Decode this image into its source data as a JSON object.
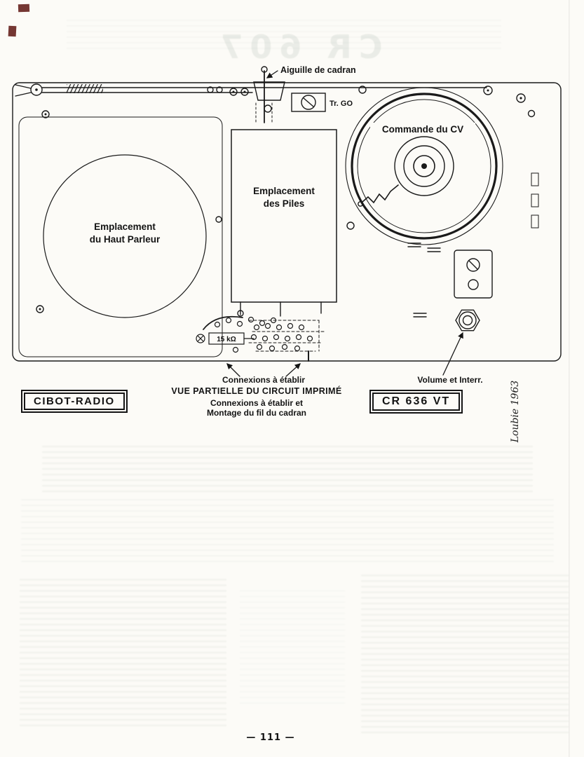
{
  "page": {
    "number": "— 111 —"
  },
  "diagram": {
    "needle_label": "Aiguille de cadran",
    "tr_label": "Tr. GO",
    "cv_label": "Commande du CV",
    "speaker_label_1": "Emplacement",
    "speaker_label_2": "du Haut Parleur",
    "battery_label_1": "Emplacement",
    "battery_label_2": "des Piles",
    "resistor_label": "15 kΩ",
    "connections_label": "Connexions à établir",
    "volume_label": "Volume et Interr."
  },
  "caption": {
    "brand": "CIBOT-RADIO",
    "title": "VUE PARTIELLE DU CIRCUIT IMPRIMÉ",
    "subtitle_1": "Connexions à établir et",
    "subtitle_2": "Montage du fil du cadran",
    "model": "CR 636 VT",
    "signature": "Loubie 1963"
  },
  "bleedthrough": {
    "title": "CR 607"
  },
  "colors": {
    "ink": "#1a1a1a",
    "paper": "#fcfbf7",
    "regmark": "#5d1410"
  }
}
